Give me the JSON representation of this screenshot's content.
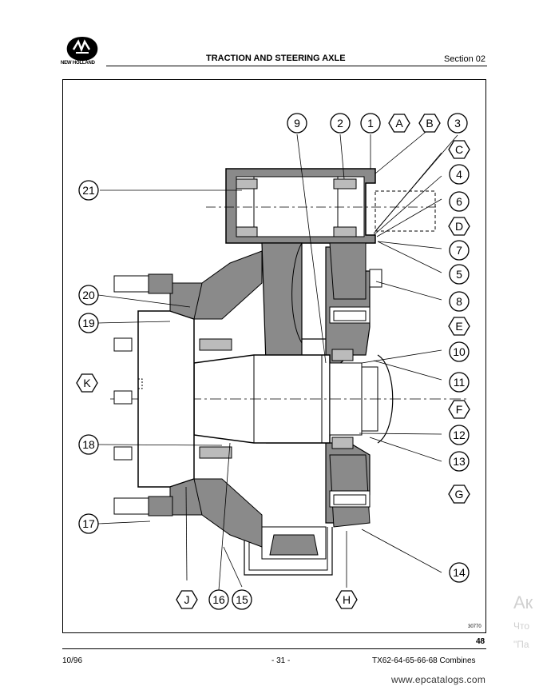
{
  "header": {
    "brand": "NEW HOLLAND",
    "title": "TRACTION AND STEERING AXLE",
    "section": "Section 02"
  },
  "figure": {
    "number": "48",
    "drawing_id": "30770",
    "callouts": [
      "21",
      "20",
      "19",
      "K",
      "18",
      "17",
      "J",
      "16",
      "15",
      "H",
      "9",
      "2",
      "1",
      "A",
      "B",
      "3",
      "C",
      "4",
      "6",
      "D",
      "7",
      "5",
      "8",
      "E",
      "10",
      "11",
      "F",
      "12",
      "13",
      "G",
      "14"
    ]
  },
  "footer": {
    "date": "10/96",
    "page": "- 31 -",
    "model": "TX62-64-65-66-68 Combines",
    "url": "www.epcatalogs.com"
  },
  "watermark": {
    "line1": "Ак",
    "line2": "Что",
    "line3": "\"Па"
  }
}
